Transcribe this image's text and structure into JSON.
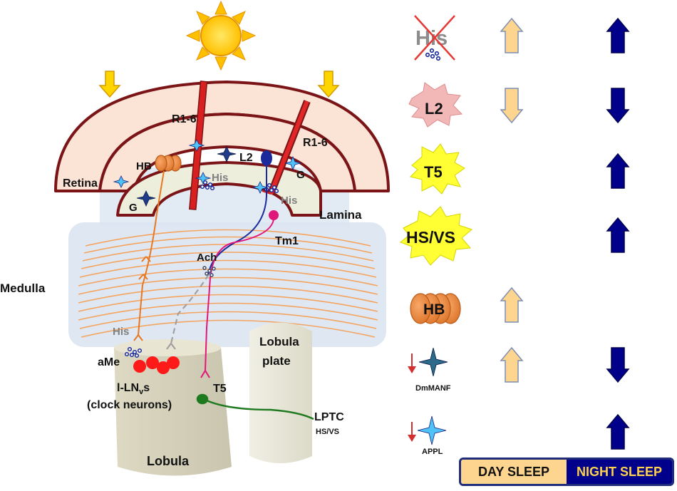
{
  "labels": {
    "r1_6_left": "R1-6",
    "r1_6_right": "R1-6",
    "retina": "Retina",
    "hb": "HB",
    "l2": "L2",
    "g_right": "G",
    "g_left": "G",
    "his_center": "His",
    "his_right": "His",
    "lamina": "Lamina",
    "tm1": "Tm1",
    "ach": "Ach",
    "medulla": "Medulla",
    "his_lower": "His",
    "ame": "aMe",
    "lobula_plate_1": "Lobula",
    "lobula_plate_2": "plate",
    "l_lnvs_prefix": "l-LN",
    "l_lnvs_sub": "v",
    "l_lnvs_suffix": "s",
    "clock_neurons": "(clock neurons)",
    "t5": "T5",
    "lptc": "LPTC",
    "hs_vs_small": "HS/VS",
    "lobula": "Lobula"
  },
  "legend_rows": [
    {
      "key": "his",
      "label": "His",
      "day": "up",
      "night": "up"
    },
    {
      "key": "l2",
      "label": "L2",
      "day": "down",
      "night": "down"
    },
    {
      "key": "t5",
      "label": "T5",
      "day": null,
      "night": "up"
    },
    {
      "key": "hsvs",
      "label": "HS/VS",
      "day": null,
      "night": "up"
    },
    {
      "key": "hb",
      "label": "HB",
      "day": "up",
      "night": null
    },
    {
      "key": "dmmanf",
      "label": "DmMANF",
      "day": "up",
      "night": "down"
    },
    {
      "key": "appl",
      "label": "APPL",
      "day": null,
      "night": "up"
    }
  ],
  "legend": {
    "day_sleep": "DAY SLEEP",
    "night_sleep": "NIGHT SLEEP"
  },
  "colors": {
    "day_arrow": "#fdd58f",
    "night_arrow": "#00008b",
    "retina_fill": "#fbe3d6",
    "arc_stroke": "#7b1416",
    "orange_neuron": "#e87722",
    "blue_neuron": "#1a2a9c",
    "pink_neuron": "#e0187a",
    "green_neuron": "#1f7a1f",
    "clock_red": "#ff1a1a"
  }
}
